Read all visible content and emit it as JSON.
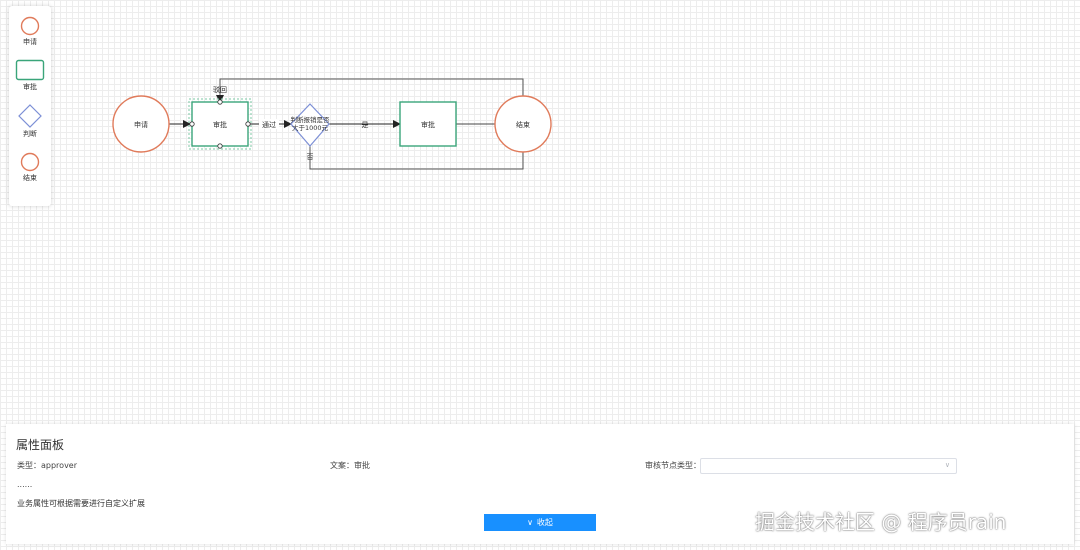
{
  "palette": {
    "items": [
      {
        "label": "申请",
        "icon": "start-circle-icon"
      },
      {
        "label": "审批",
        "icon": "approval-rect-icon"
      },
      {
        "label": "判断",
        "icon": "diamond-icon"
      },
      {
        "label": "结束",
        "icon": "end-circle-icon"
      }
    ]
  },
  "flow": {
    "start_label": "申请",
    "approve1_label": "审批",
    "decision_label_line1": "判断报销是否",
    "decision_label_line2": "大于1000元",
    "approve2_label": "审批",
    "end_label": "结束",
    "edge_pass": "通过",
    "edge_yes": "是",
    "edge_no": "否",
    "edge_reject": "驳回"
  },
  "panel": {
    "title": "属性面板",
    "type_key": "类型：",
    "type_value": "approver",
    "text_key": "文案：",
    "text_value": "审批",
    "node_type_key": "审核节点类型：",
    "node_type_value": "",
    "ellipsis": "......",
    "note": "业务属性可根据需要进行自定义扩展",
    "collapse_label": "收起"
  },
  "watermark": "掘金技术社区 @ 程序员rain",
  "colors": {
    "circle_stroke": "#e07b5b",
    "rect_stroke": "#3aa57a",
    "diamond_stroke": "#7c8fd6",
    "button": "#1890ff"
  }
}
